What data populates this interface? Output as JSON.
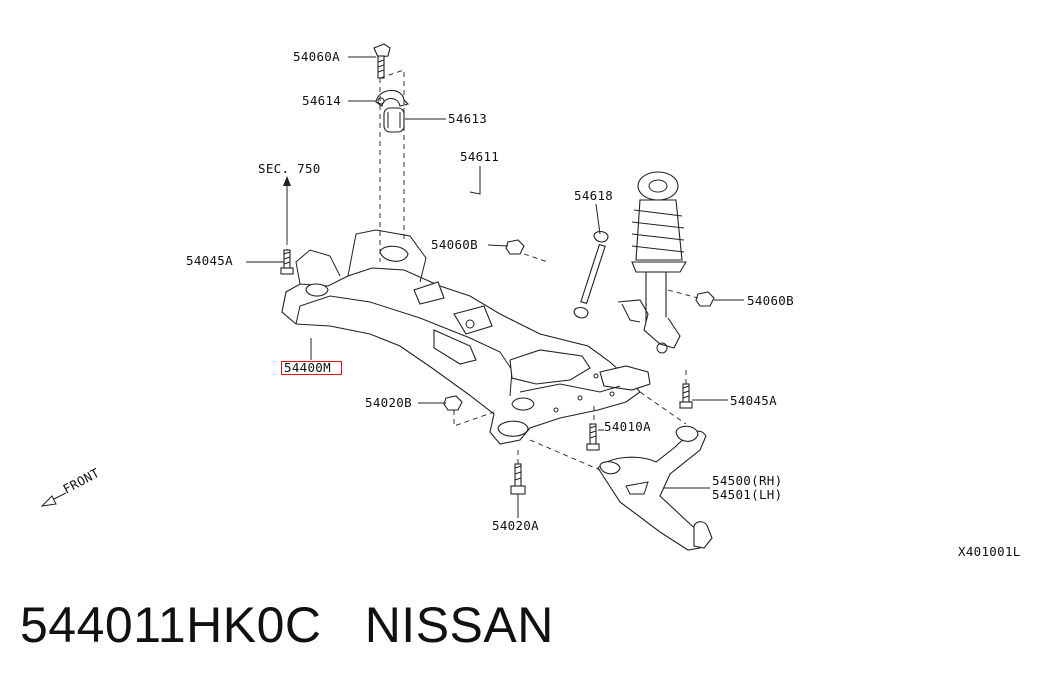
{
  "diagram": {
    "labels": {
      "p54060A": "54060A",
      "p54614": "54614",
      "p54613": "54613",
      "p54611": "54611",
      "sec750": "SEC. 750",
      "p54618": "54618",
      "p54060B_top": "54060B",
      "p54045A_left": "54045A",
      "p54060B_right": "54060B",
      "p54400M": "54400M",
      "p54020B": "54020B",
      "p54045A_right": "54045A",
      "p54010A": "54010A",
      "p54500": "54500(RH)",
      "p54501": "54501(LH)",
      "p54020A": "54020A",
      "front": "FRONT"
    },
    "drawing_ref": "X401001L",
    "highlight_color": "#e01010"
  },
  "footer": {
    "part_number": "544011HK0C",
    "brand": "NISSAN"
  }
}
